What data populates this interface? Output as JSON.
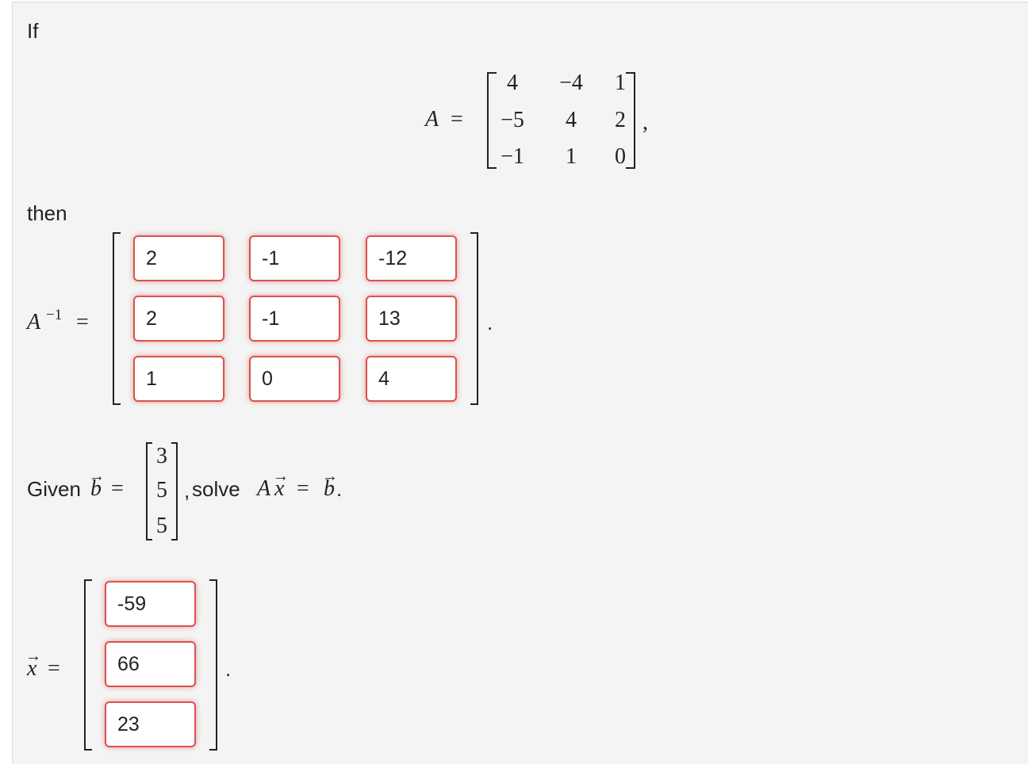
{
  "intro_label": "If",
  "then_label": "then",
  "matrix_A": {
    "lhs": "A",
    "equals": "=",
    "rows": [
      [
        "4",
        "−4",
        "1"
      ],
      [
        "−5",
        "4",
        "2"
      ],
      [
        "−1",
        "1",
        "0"
      ]
    ],
    "trailing": ","
  },
  "inverse": {
    "lhs_base": "A",
    "lhs_sup": "−1",
    "equals": "=",
    "inputs": [
      [
        "2",
        "-1",
        "-12"
      ],
      [
        "2",
        "-1",
        "13"
      ],
      [
        "1",
        "0",
        "4"
      ]
    ],
    "trailing": "."
  },
  "given": {
    "prefix": "Given ",
    "b_symbol": "b",
    "equals": "=",
    "b_values": [
      "3",
      "5",
      "5"
    ],
    "comma": ",",
    "solve_text": " solve ",
    "eq_A": "A",
    "eq_x": "x",
    "eq_equals": "=",
    "eq_b": "b",
    "period": "."
  },
  "solution": {
    "lhs": "x",
    "equals": "=",
    "inputs": [
      "-59",
      "66",
      "23"
    ],
    "trailing": "."
  },
  "colors": {
    "input_border": "#d9534f",
    "panel_bg": "#f4f4f4",
    "text": "#222222"
  }
}
